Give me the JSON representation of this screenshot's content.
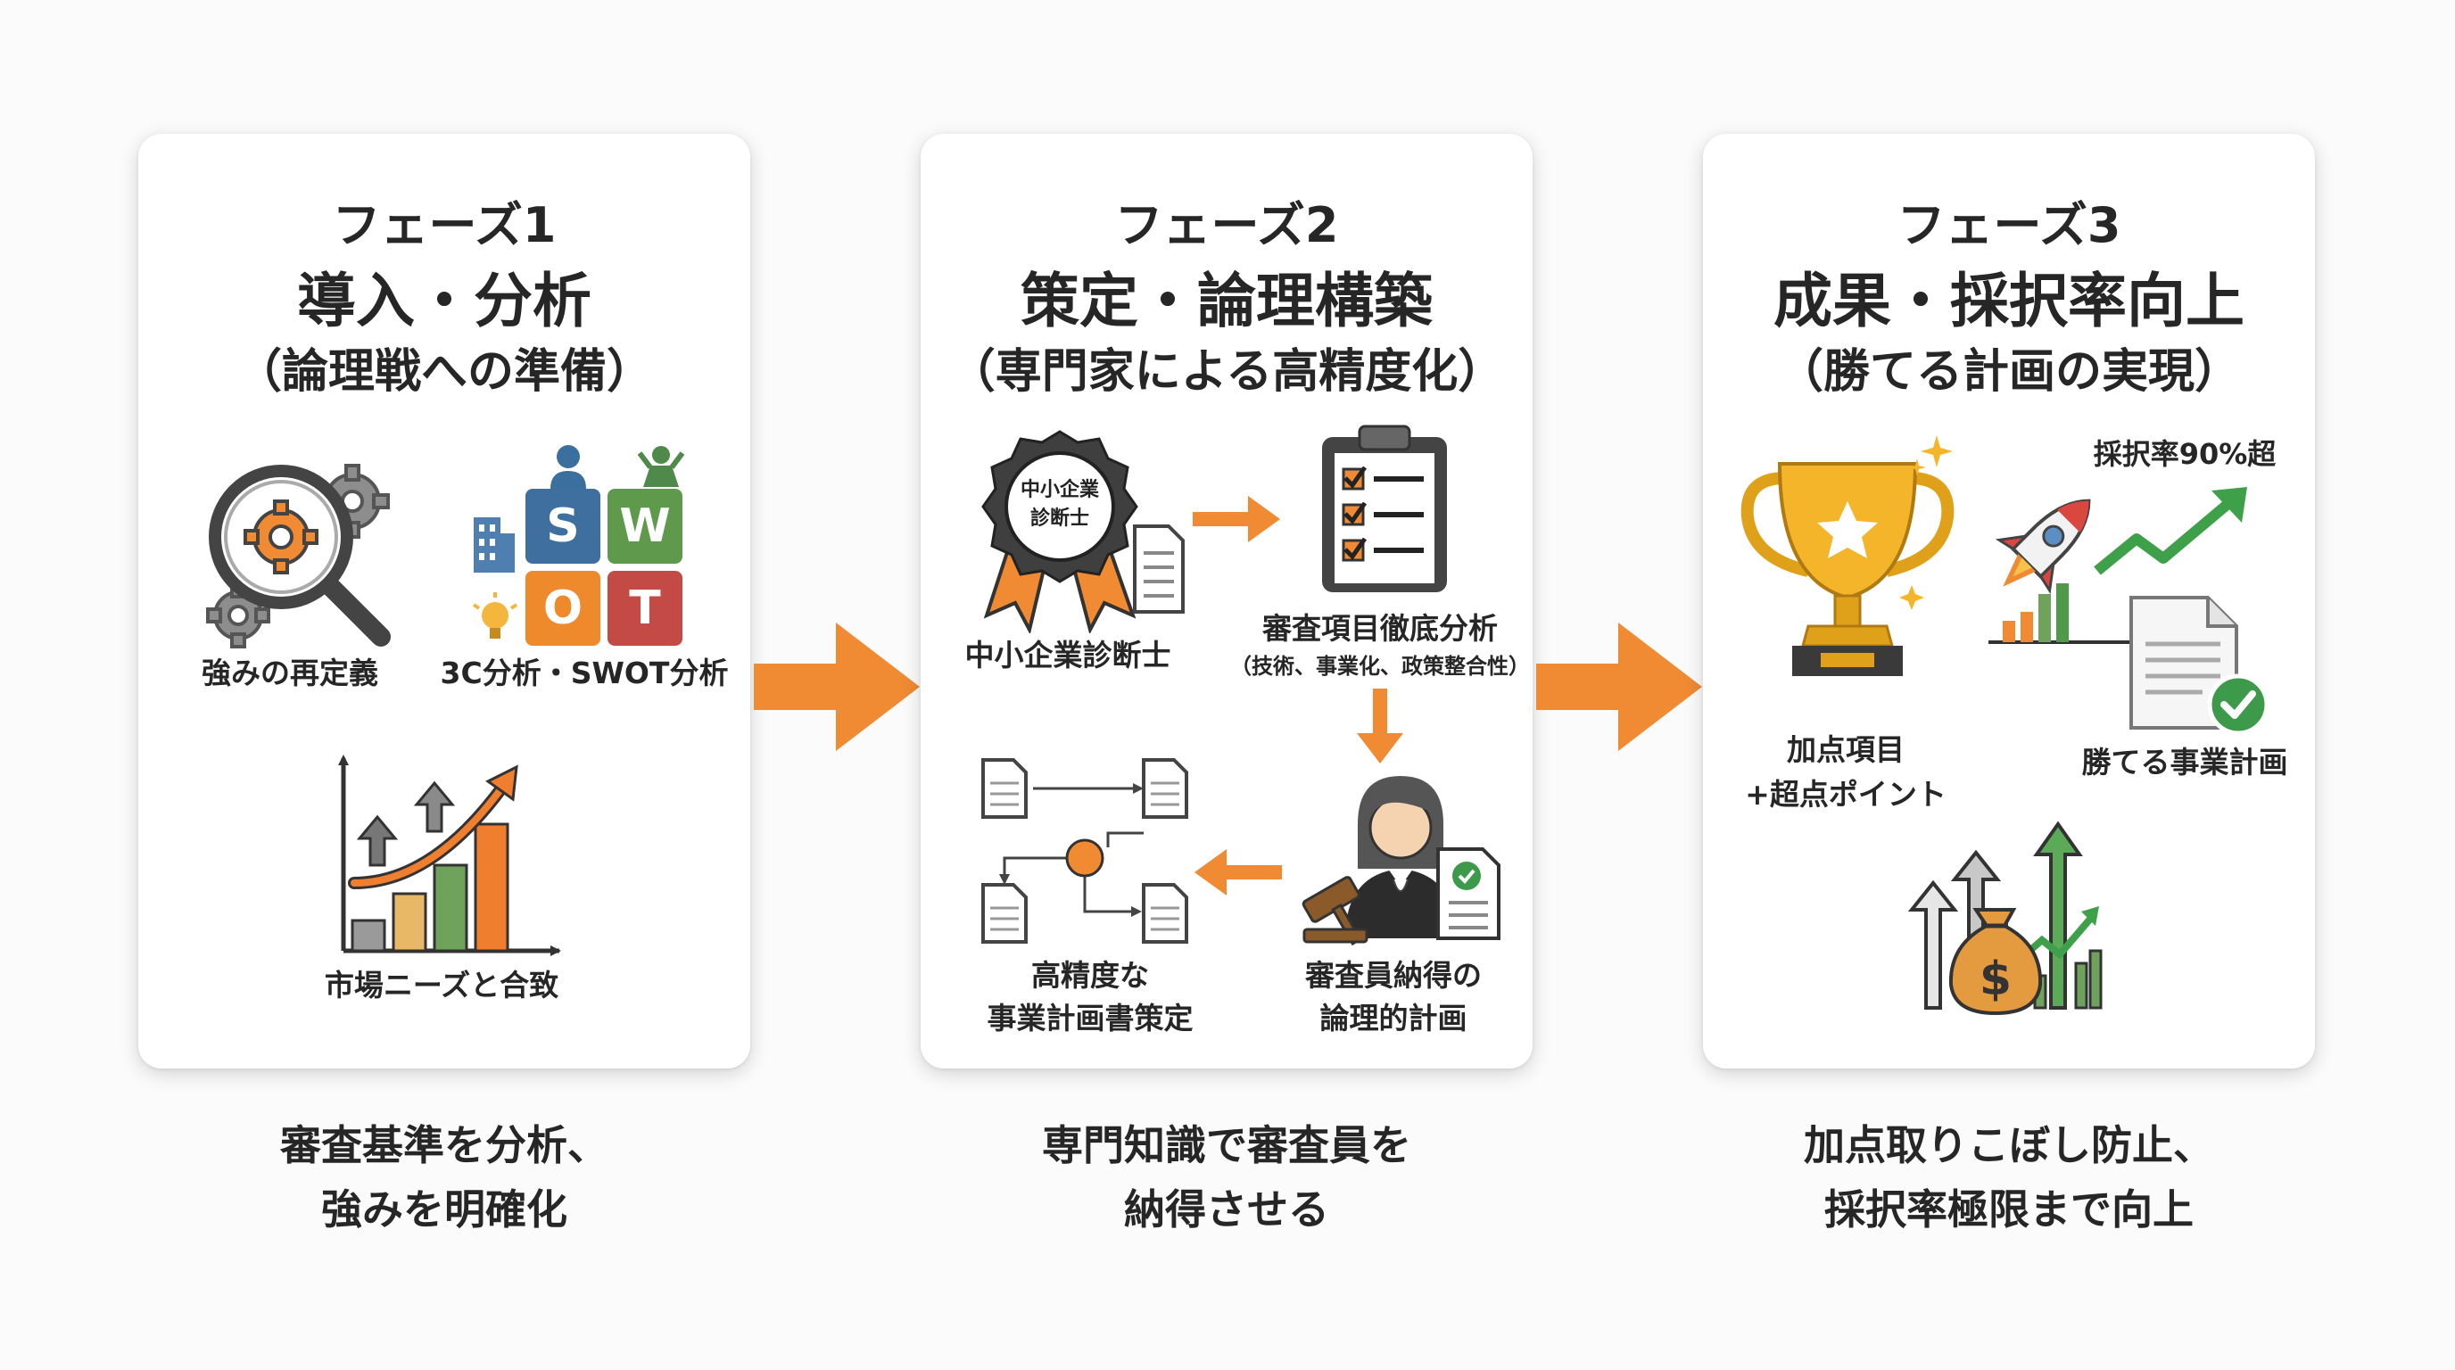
{
  "colors": {
    "accent": "#f08a33",
    "card_bg": "#ffffff",
    "page_bg": "#fbfbfb",
    "text": "#262626"
  },
  "phases": [
    {
      "label": "フェーズ1",
      "title": "導入・分析",
      "subtitle": "（論理戦への準備）",
      "items": [
        {
          "icon": "gear-magnifier-icon",
          "label": "強みの再定義"
        },
        {
          "icon": "swot-grid-icon",
          "label": "3C分析・SWOT分析"
        },
        {
          "icon": "growth-bar-chart-icon",
          "label": "市場ニーズと合致"
        }
      ],
      "caption_lines": [
        "審査基準を分析、",
        "強みを明確化"
      ]
    },
    {
      "label": "フェーズ2",
      "title": "策定・論理構築",
      "subtitle": "（専門家による高精度化）",
      "items": [
        {
          "icon": "certification-badge-icon",
          "label": "中小企業診断士",
          "badge_text": [
            "中小企業",
            "診断士"
          ]
        },
        {
          "icon": "checklist-clipboard-icon",
          "label": "審査項目徹底分析",
          "sublabel": "（技術、事業化、政策整合性）"
        },
        {
          "icon": "judge-gavel-icon",
          "label_lines": [
            "審査員納得の",
            "論理的計画"
          ]
        },
        {
          "icon": "document-flow-icon",
          "label_lines": [
            "高精度な",
            "事業計画書策定"
          ]
        }
      ],
      "caption_lines": [
        "専門知識で審査員を",
        "納得させる"
      ]
    },
    {
      "label": "フェーズ3",
      "title": "成果・採択率向上",
      "subtitle": "（勝てる計画の実現）",
      "items": [
        {
          "icon": "trophy-icon",
          "label_lines": [
            "加点項目",
            "+超点ポイント"
          ]
        },
        {
          "icon": "rocket-growth-icon",
          "label": "採択率90%超"
        },
        {
          "icon": "approved-document-icon",
          "label": "勝てる事業計画"
        },
        {
          "icon": "money-bag-growth-icon"
        }
      ],
      "caption_lines": [
        "加点取りこぼし防止、",
        "採択率極限まで向上"
      ]
    }
  ],
  "swot_letters": [
    "S",
    "W",
    "O",
    "T"
  ]
}
